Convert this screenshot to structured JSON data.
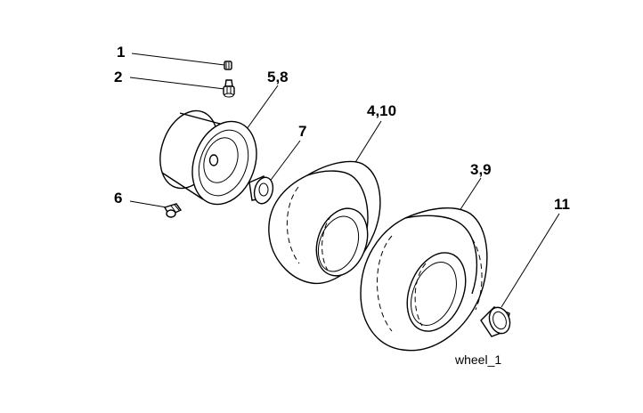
{
  "callouts": {
    "c1": "1",
    "c2": "2",
    "c58": "5,8",
    "c7": "7",
    "c410": "4,10",
    "c6": "6",
    "c39": "3,9",
    "c11": "11"
  },
  "caption": "wheel_1"
}
